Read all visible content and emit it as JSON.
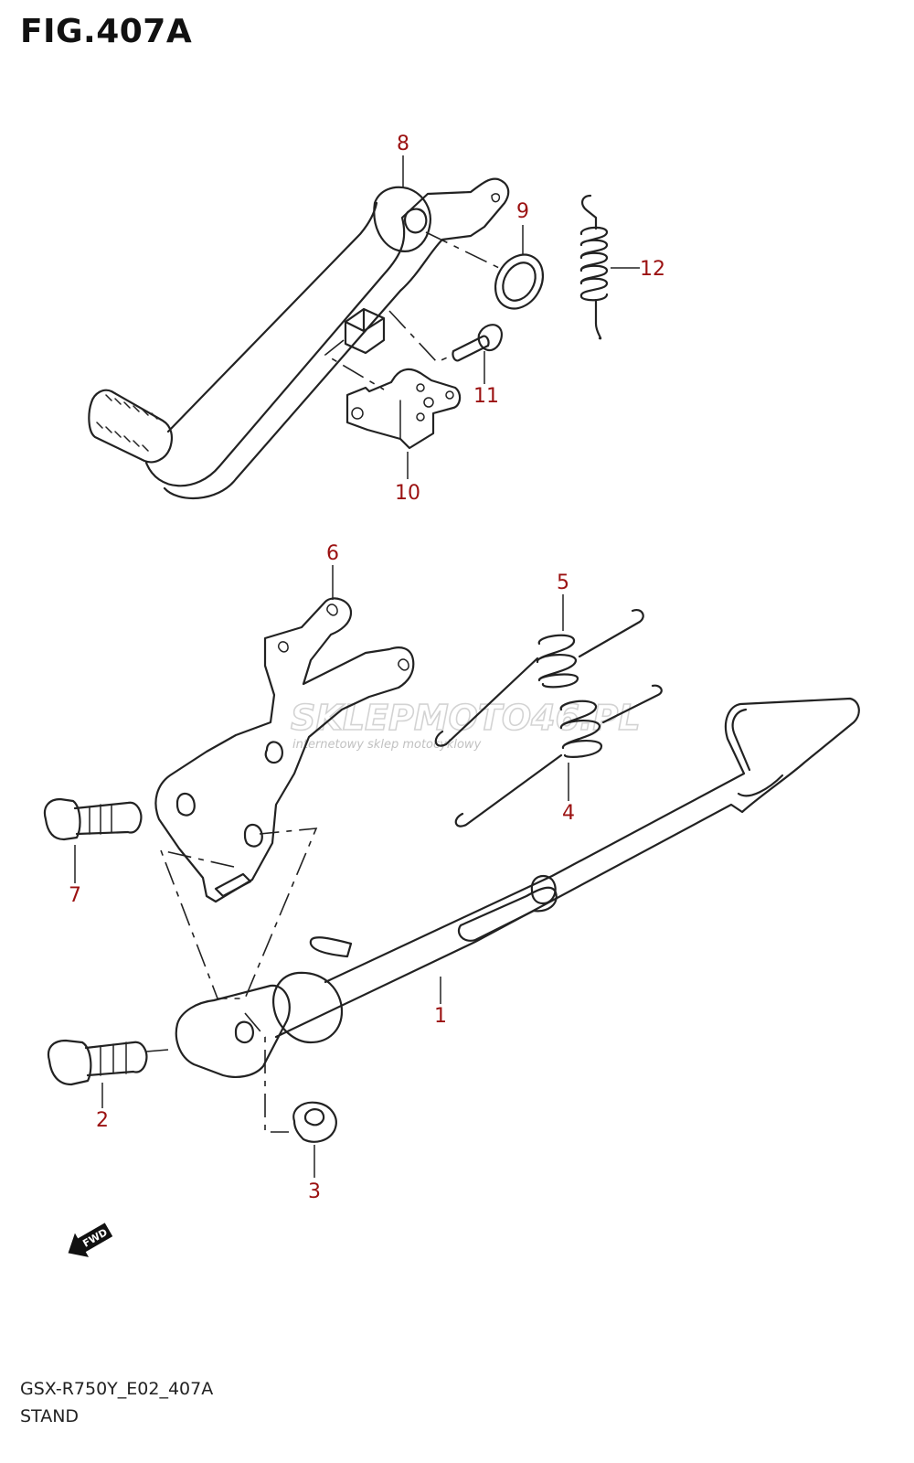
{
  "figure_title": "FIG.407A",
  "footer_code": "GSX-R750Y_E02_407A",
  "footer_name": "STAND",
  "watermark": {
    "logo": "SKLEPMOTO46.PL",
    "tagline": "internetowy sklep motocyklowy"
  },
  "fwd_label": "FWD",
  "callouts": {
    "c1": "1",
    "c2": "2",
    "c3": "3",
    "c4": "4",
    "c5": "5",
    "c6": "6",
    "c7": "7",
    "c8": "8",
    "c9": "9",
    "c10": "10",
    "c11": "11",
    "c12": "12"
  },
  "colors": {
    "callout": "#9b1111",
    "line": "#222222",
    "watermark": "#c9c9c9"
  }
}
